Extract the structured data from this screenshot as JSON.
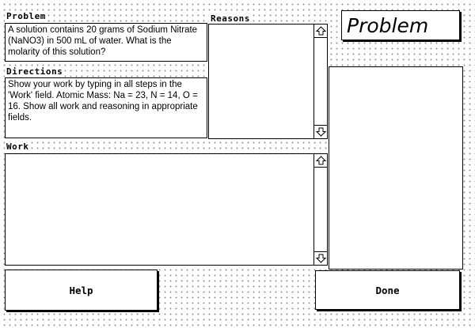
{
  "problem": {
    "label": "Problem",
    "text": "A solution contains 20 grams of Sodium Nitrate (NaNO3) in 500 mL of water.  What is the molarity of this solution?"
  },
  "directions": {
    "label": "Directions",
    "text": "Show your work by typing in all steps in the 'Work' field.    Atomic Mass: Na = 23, N = 14, O = 16.  Show all work and reasoning in appropriate fields."
  },
  "reasons": {
    "label": "Reasons",
    "value": ""
  },
  "work": {
    "label": "Work",
    "value": ""
  },
  "title": "Problem",
  "side_panel": {
    "value": ""
  },
  "buttons": {
    "help": "Help",
    "done": "Done"
  },
  "icons": {
    "scroll_up": "scroll-up-arrow-icon",
    "scroll_down": "scroll-down-arrow-icon"
  }
}
